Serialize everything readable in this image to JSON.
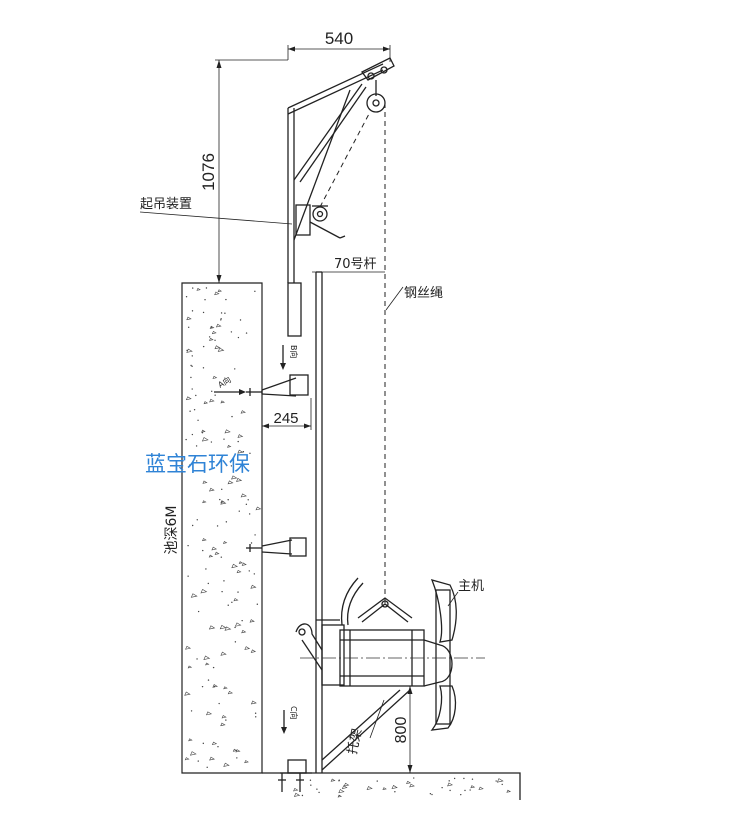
{
  "dimensions": {
    "top_width": "540",
    "hoist_height": "1076",
    "mount_offset": "245",
    "bracket_height": "800",
    "pool_depth": "池深6M"
  },
  "labels": {
    "lifting_device": "起吊装置",
    "guide_rod": "70号杆",
    "wire_rope": "钢丝绳",
    "main_unit": "主机",
    "bracket": "托架",
    "view_b": "B向",
    "view_a": "A向",
    "view_c": "C向"
  },
  "watermark": "蓝宝石环保"
}
